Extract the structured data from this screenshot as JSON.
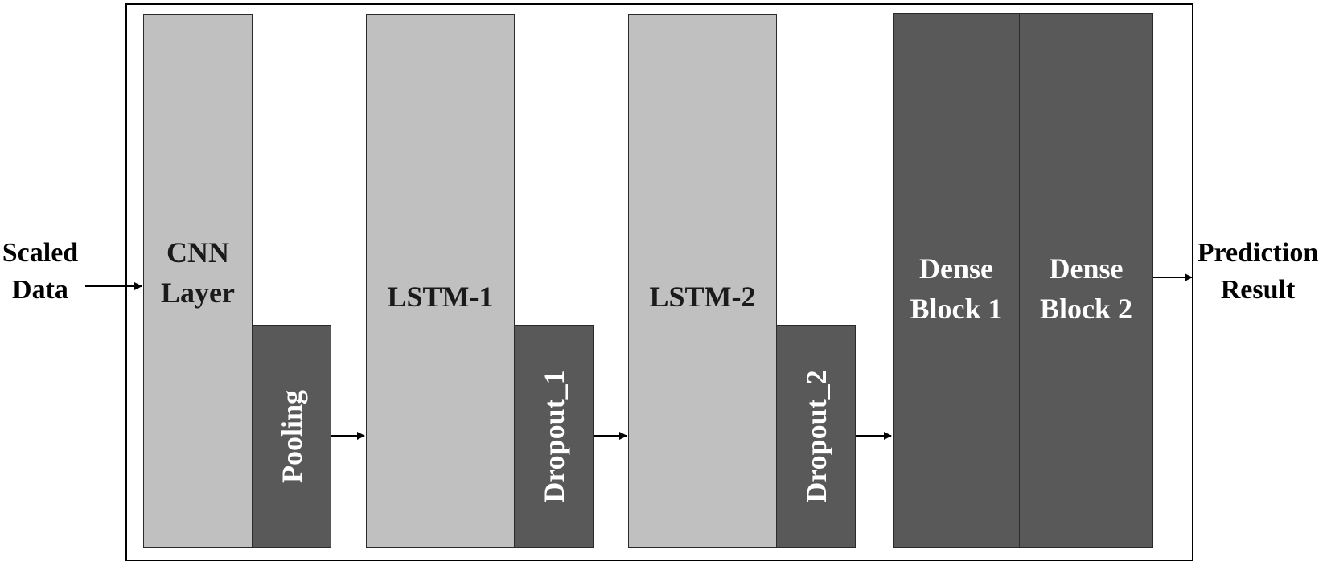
{
  "diagram": {
    "input_label": "Scaled\nData",
    "output_label": "Prediction\nResult",
    "blocks": {
      "cnn": "CNN\nLayer",
      "pooling": "Pooling",
      "lstm1": "LSTM-1",
      "dropout1": "Dropout_1",
      "lstm2": "LSTM-2",
      "dropout2": "Dropout_2",
      "dense1": "Dense\nBlock 1",
      "dense2": "Dense\nBlock 2"
    },
    "colors": {
      "light_block": "#c0c0c0",
      "dark_block": "#595959",
      "arrow": "#000000"
    }
  }
}
